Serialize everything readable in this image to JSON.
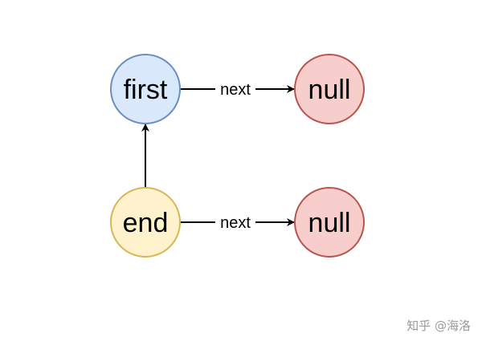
{
  "nodes": {
    "first": {
      "label": "first",
      "fill": "#dae8fc",
      "stroke": "#6c8ebf"
    },
    "null_top": {
      "label": "null",
      "fill": "#f8cecc",
      "stroke": "#b85450"
    },
    "end": {
      "label": "end",
      "fill": "#fff2cc",
      "stroke": "#d6b656"
    },
    "null_bottom": {
      "label": "null",
      "fill": "#f8cecc",
      "stroke": "#b85450"
    }
  },
  "edges": {
    "first_next": {
      "label": "next"
    },
    "end_next": {
      "label": "next"
    },
    "end_to_first": {
      "label": ""
    }
  },
  "watermark": "知乎 @海洛"
}
